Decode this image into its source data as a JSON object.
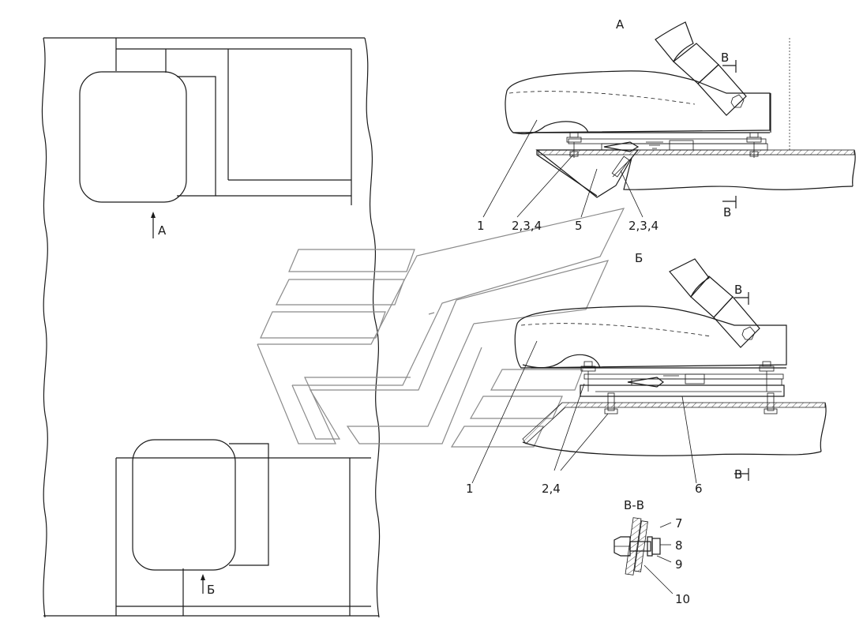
{
  "views": {
    "a": "А",
    "b": "Б",
    "section": "В-В",
    "v": "В"
  },
  "callouts": {
    "c1_top": "1",
    "c234_left": "2,3,4",
    "c5": "5",
    "c234_right": "2,3,4",
    "c1_bottom": "1",
    "c24": "2,4",
    "c6": "6",
    "c7": "7",
    "c8": "8",
    "c9": "9",
    "c10": "10"
  }
}
